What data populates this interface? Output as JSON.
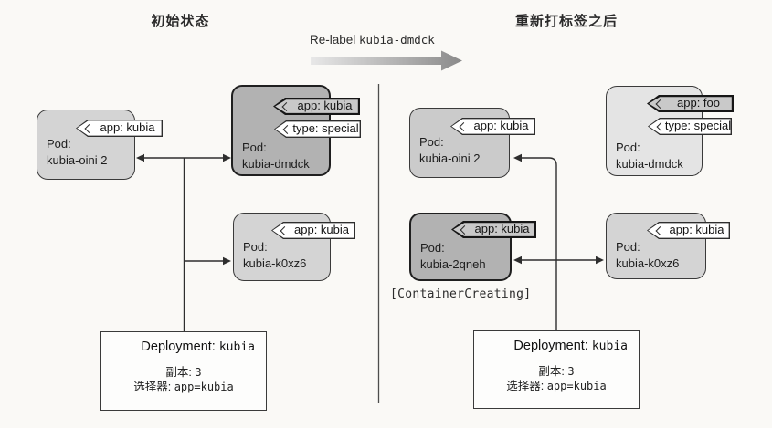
{
  "left": {
    "title": "初始状态",
    "pods": [
      {
        "kind": "Pod:",
        "name": "kubia-oini 2",
        "tags": [
          {
            "text": "app: kubia",
            "variant": "white"
          }
        ]
      },
      {
        "kind": "Pod:",
        "name": "kubia-dmdck",
        "tags": [
          {
            "text": "app: kubia",
            "variant": "gray"
          },
          {
            "text": "type: special",
            "variant": "white"
          }
        ]
      },
      {
        "kind": "Pod:",
        "name": "kubia-k0xz6",
        "tags": [
          {
            "text": "app: kubia",
            "variant": "white"
          }
        ]
      }
    ],
    "deployment": {
      "kind": "Deployment",
      "colon": ": ",
      "name": "kubia",
      "replicas_label": "副本: ",
      "replicas_value": "3",
      "selector_label": "选择器: ",
      "selector_value": "app=kubia"
    }
  },
  "relabel": {
    "prefix": "Re-label ",
    "code": "kubia-dmdck"
  },
  "right": {
    "title": "重新打标签之后",
    "pods": [
      {
        "kind": "Pod:",
        "name": "kubia-oini 2",
        "tags": [
          {
            "text": "app: kubia",
            "variant": "white"
          }
        ]
      },
      {
        "kind": "Pod:",
        "name": "kubia-dmdck",
        "tags": [
          {
            "text": "app: foo",
            "variant": "gray"
          },
          {
            "text": "type: special",
            "variant": "white"
          }
        ]
      },
      {
        "kind": "Pod:",
        "name": "kubia-2qneh",
        "status": "[ContainerCreating]",
        "tags": [
          {
            "text": "app: kubia",
            "variant": "gray"
          }
        ]
      },
      {
        "kind": "Pod:",
        "name": "kubia-k0xz6",
        "tags": [
          {
            "text": "app: kubia",
            "variant": "white"
          }
        ]
      }
    ],
    "deployment": {
      "kind": "Deployment",
      "colon": ": ",
      "name": "kubia",
      "replicas_label": "副本: ",
      "replicas_value": "3",
      "selector_label": "选择器: ",
      "selector_value": "app=kubia"
    }
  },
  "colors": {
    "paper": "#faf9f6",
    "pod_light": "#d4d4d4",
    "pod_medium": "#cbcbcb",
    "pod_pale": "#e4e4e4",
    "pod_dark": "#b2b2b2",
    "tag_gray": "#c9c9c9",
    "tag_white": "#ffffff",
    "line": "#2e2e2e"
  }
}
